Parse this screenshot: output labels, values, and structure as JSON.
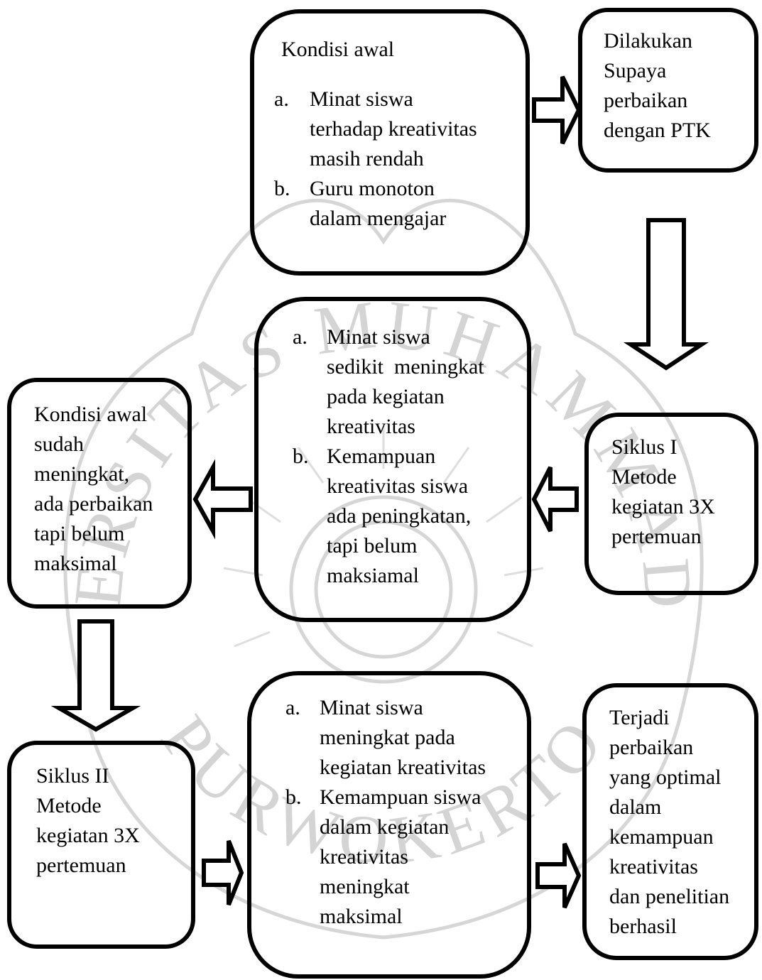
{
  "watermark": {
    "ring_text_top": "UNIVERSITAS MUHAMMADIYAH",
    "ring_text_bottom": "PURWOKERTO",
    "color": "#d9d9d9"
  },
  "colors": {
    "stroke": "#000000",
    "background": "#ffffff"
  },
  "boxes": {
    "kondisi_awal": {
      "title": "Kondisi awal",
      "items": [
        {
          "marker": "a.",
          "lines": [
            "Minat siswa",
            "terhadap kreativitas",
            "masih rendah"
          ]
        },
        {
          "marker": "b.",
          "lines": [
            "Guru monoton",
            "dalam mengajar"
          ]
        }
      ]
    },
    "dilakukan": {
      "lines": [
        "Dilakukan",
        "Supaya",
        "perbaikan",
        "dengan PTK"
      ]
    },
    "siklus1": {
      "lines": [
        "Siklus I",
        "Metode",
        "kegiatan 3X",
        "pertemuan"
      ]
    },
    "hasil1": {
      "items": [
        {
          "marker": "a.",
          "lines": [
            "Minat siswa",
            "sedikit  meningkat",
            "pada kegiatan",
            "kreativitas"
          ]
        },
        {
          "marker": "b.",
          "lines": [
            "Kemampuan",
            "kreativitas siswa",
            "ada peningkatan,",
            "tapi belum",
            "maksiamal"
          ]
        }
      ]
    },
    "kondisi_sudah": {
      "lines": [
        "Kondisi awal",
        "sudah",
        "meningkat,",
        "ada perbaikan",
        "tapi belum",
        "maksimal"
      ]
    },
    "siklus2": {
      "lines": [
        "Siklus II",
        "Metode",
        "kegiatan 3X",
        "pertemuan"
      ]
    },
    "hasil2": {
      "items": [
        {
          "marker": "a.",
          "lines": [
            "Minat siswa",
            "meningkat pada",
            "kegiatan kreativitas"
          ]
        },
        {
          "marker": "b.",
          "lines": [
            "Kemampuan siswa",
            "dalam kegiatan",
            "kreativitas",
            "meningkat",
            "maksimal"
          ]
        }
      ]
    },
    "terjadi": {
      "lines": [
        "Terjadi",
        "perbaikan",
        "yang optimal",
        "dalam",
        "kemampuan",
        "kreativitas",
        "dan penelitian",
        "berhasil"
      ]
    }
  }
}
